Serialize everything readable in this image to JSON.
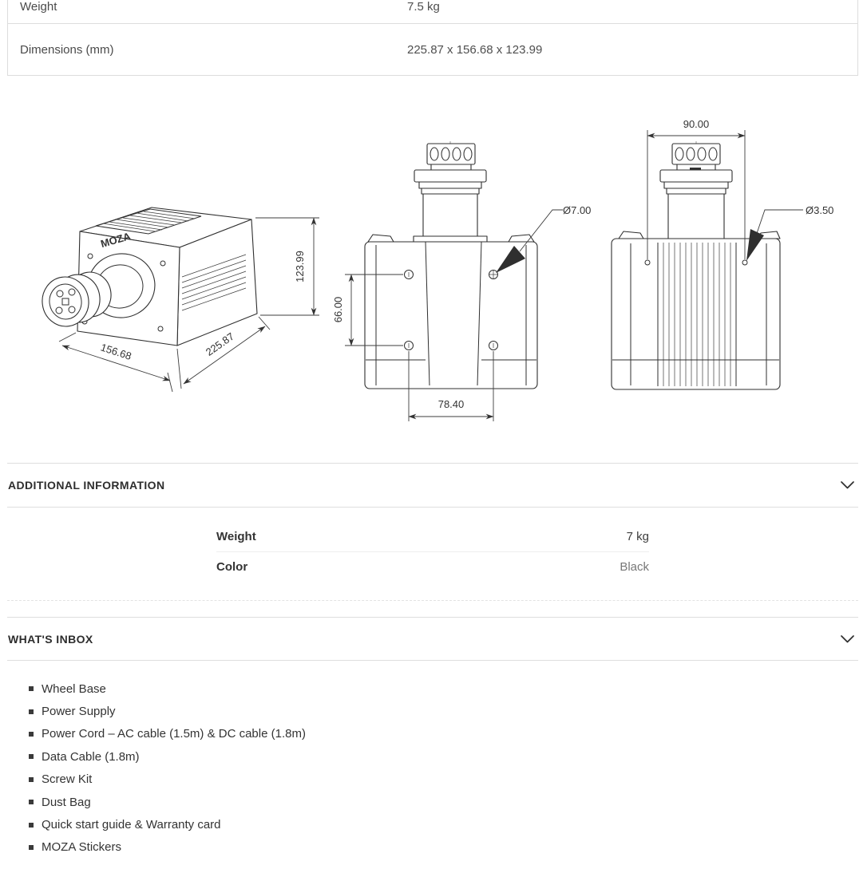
{
  "colors": {
    "border": "#dedede",
    "heading_text": "#2d2d2d",
    "body_text": "#444444",
    "muted_text": "#777777",
    "drawing_line": "#2f2f2f"
  },
  "spec_table": {
    "rows": [
      {
        "label": "Weight",
        "value": "7.5 kg"
      },
      {
        "label": "Dimensions (mm)",
        "value": "225.87 x 156.68 x 123.99"
      }
    ]
  },
  "drawing": {
    "brand": "MOZA",
    "dims": {
      "height": "123.99",
      "depth": "156.68",
      "width": "225.87",
      "hole_spacing_v": "66.00",
      "hole_spacing_h": "78.40",
      "hole_dia_front": "Ø7.00",
      "top_width": "90.00",
      "hole_dia_rear": "Ø3.50"
    }
  },
  "additional_info": {
    "title": "ADDITIONAL INFORMATION",
    "rows": [
      {
        "label": "Weight",
        "value": "7 kg"
      },
      {
        "label": "Color",
        "value": "Black"
      }
    ]
  },
  "whats_inbox": {
    "title": "WHAT'S INBOX",
    "items": [
      "Wheel Base",
      "Power Supply",
      "Power Cord – AC cable (1.5m) & DC cable (1.8m)",
      "Data Cable (1.8m)",
      "Screw Kit",
      "Dust Bag",
      "Quick start guide & Warranty card",
      "MOZA Stickers"
    ]
  }
}
